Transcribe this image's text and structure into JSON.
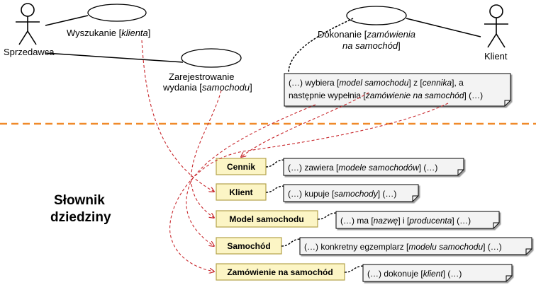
{
  "actors": {
    "seller": "Sprzedawca",
    "client": "Klient"
  },
  "use_cases": {
    "search": {
      "pre": "Wyszukanie [",
      "term": "klienta",
      "post": "]"
    },
    "register_l1": "Zarejestrowanie",
    "register_l2": {
      "pre": "wydania [",
      "term": "samochodu",
      "post": "]"
    },
    "order_l1": {
      "pre": "Dokonanie [",
      "term": "zamówienia"
    },
    "order_l2": {
      "term": "na samochód",
      "post": "]"
    }
  },
  "description_note": {
    "line1": {
      "t1": "(…) wybiera [",
      "i1": "model samochodu",
      "t2": "] z [",
      "i2": "cennika",
      "t3": "], a"
    },
    "line2": {
      "t1": "następnie wypełnia [",
      "i1": "zamówienie na samochód",
      "t2": "] (…)"
    }
  },
  "dictionary": {
    "title_l1": "Słownik",
    "title_l2": "dziedziny",
    "terms": [
      {
        "name": "Cennik",
        "note": {
          "t1": "(…) zawiera [",
          "i1": "modele samochodów",
          "t2": "] (…)",
          "t3": "",
          "i2": "",
          "t4": ""
        }
      },
      {
        "name": "Klient",
        "note": {
          "t1": "(…) kupuje [",
          "i1": "samochody",
          "t2": "] (…)",
          "t3": "",
          "i2": "",
          "t4": ""
        }
      },
      {
        "name": "Model samochodu",
        "note": {
          "t1": "(…) ma [",
          "i1": "nazwę",
          "t2": "] i [",
          "i2": "producenta",
          "t3": "] (…)",
          "t4": ""
        }
      },
      {
        "name": "Samochód",
        "note": {
          "t1": "(…) konkretny egzemplarz [",
          "i1": "modelu samochodu",
          "t2": "] (…)",
          "t3": "",
          "i2": "",
          "t4": ""
        }
      },
      {
        "name": "Zamówienie na samochód",
        "note": {
          "t1": "(…) dokonuje [",
          "i1": "klient",
          "t2": "] (…)",
          "t3": "",
          "i2": "",
          "t4": ""
        }
      }
    ]
  },
  "colors": {
    "separator": "#f08a2a",
    "trace_arrow": "#c8282d",
    "term_fill": "#fcf5c5",
    "term_border": "#b3a24a",
    "note_fill": "#f3f3f3"
  }
}
